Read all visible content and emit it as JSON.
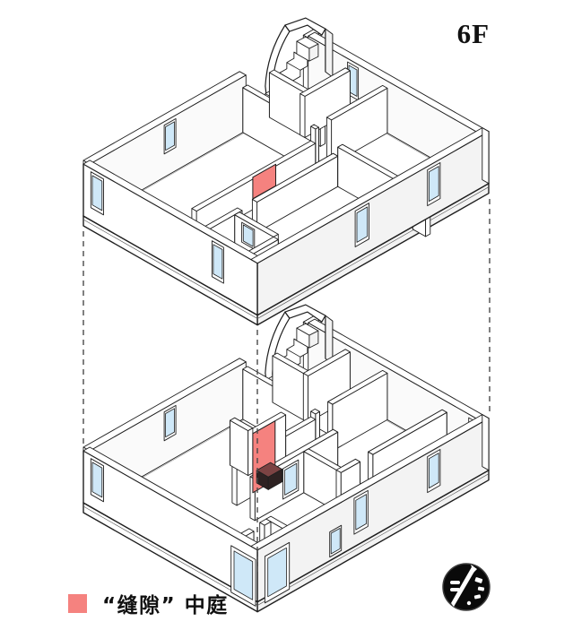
{
  "title": {
    "floor_label": "6F"
  },
  "legend": {
    "label": "“缝隙” 中庭",
    "swatch_color": "#f5827f"
  },
  "colors": {
    "line": "#1f1f1f",
    "thin_line": "#555555",
    "wall_white": "#ffffff",
    "wall_shade": "#f3f3f3",
    "wall_light": "#fafafa",
    "window_blue": "#cfe8f8",
    "window_frame": "#ffffff",
    "atrium_red": "#f5827f",
    "atrium_box_dark": "#2e2222",
    "atrium_box_top": "#7c4343",
    "dash": "#4a4a4a",
    "compass_black": "#0a0a0a"
  },
  "diagram": {
    "type": "exploded-axonometric-floor-plans",
    "floor_count": 2,
    "floors": [
      {
        "name": "upper-floor"
      },
      {
        "name": "lower-floor"
      }
    ],
    "highlights": [
      {
        "name": "atrium-gap",
        "color": "#f5827f"
      }
    ],
    "window_color": "#cfe8f8"
  }
}
